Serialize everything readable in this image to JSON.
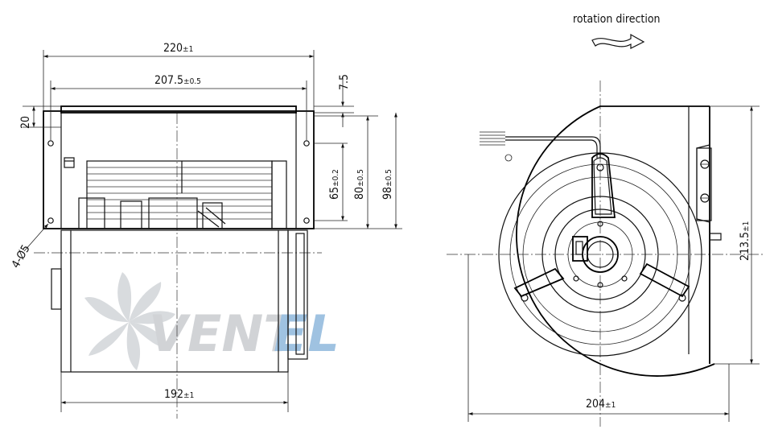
{
  "rotation_label": "rotation direction",
  "dimensions": {
    "overall_width": {
      "value": "220",
      "tol": "±1"
    },
    "flange_hole_pitch": {
      "value": "207.5",
      "tol": "±0.5"
    },
    "flange_offset": {
      "value": "7.5",
      "tol": ""
    },
    "top_offset": {
      "value": "20",
      "tol": ""
    },
    "inner_height": {
      "value": "65",
      "tol": "±0.2"
    },
    "mid_height": {
      "value": "80",
      "tol": "±0.5"
    },
    "outer_height": {
      "value": "98",
      "tol": "±0.5"
    },
    "holes": {
      "value": "4-Ø5",
      "tol": ""
    },
    "housing_width": {
      "value": "192",
      "tol": "±1"
    },
    "side_width": {
      "value": "204",
      "tol": "±1"
    },
    "side_height": {
      "value": "213.5",
      "tol": "±1"
    }
  },
  "watermark": {
    "text_main": "VENT",
    "text_accent": "EL",
    "color_main": "#c9ccd0",
    "color_accent": "#8fb8dc"
  }
}
